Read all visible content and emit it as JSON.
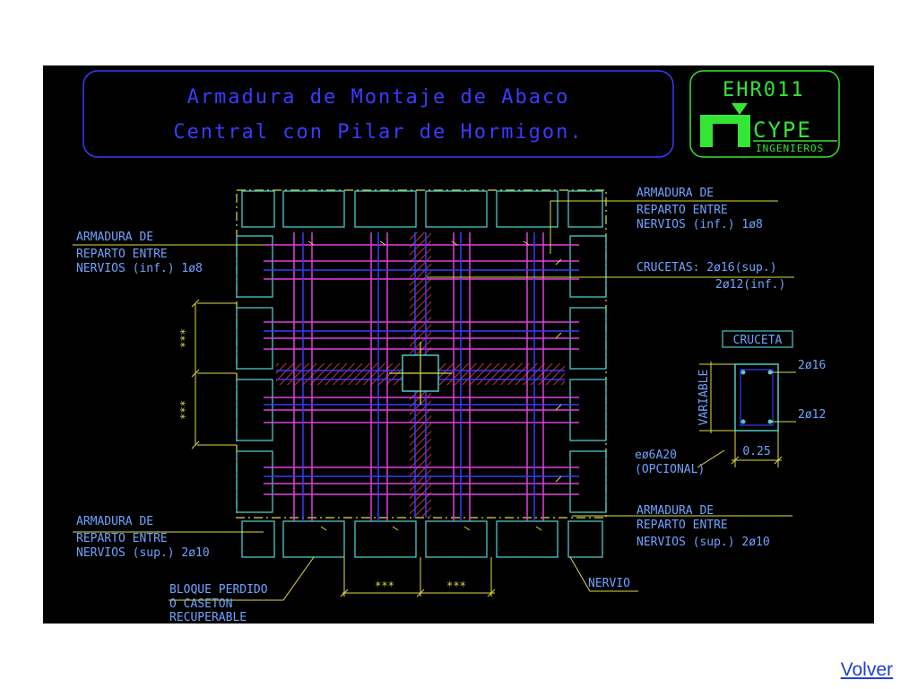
{
  "title": {
    "line1": "Armadura de Montaje de Abaco",
    "line2": "Central con Pilar de Hormigon."
  },
  "logo": {
    "code": "EHR011",
    "brand": "CYPE",
    "subtitle": "INGENIEROS"
  },
  "labels": {
    "top_left": [
      "ARMADURA DE",
      "REPARTO ENTRE",
      "NERVIOS (inf.) 1ø8"
    ],
    "top_right": [
      "ARMADURA DE",
      "REPARTO ENTRE",
      "NERVIOS (inf.) 1ø8"
    ],
    "crucetas": [
      "CRUCETAS: 2ø16(sup.)",
      "2ø12(inf.)"
    ],
    "bottom_left": [
      "ARMADURA DE",
      "REPARTO ENTRE",
      "NERVIOS (sup.) 2ø10"
    ],
    "bottom_right": [
      "ARMADURA DE",
      "REPARTO ENTRE",
      "NERVIOS (sup.) 2ø10"
    ],
    "bloque": [
      "BLOQUE PERDIDO",
      "O CASETON",
      "RECUPERABLE"
    ],
    "nervio": "NERVIO"
  },
  "dimensions": {
    "spacing_mark": "***",
    "section_width": "0.25",
    "section_height": "VARIABLE"
  },
  "section": {
    "title": "CRUCETA",
    "top_bars": "2ø16",
    "bottom_bars": "2ø12",
    "stirrup": [
      "eø6A20",
      "(OPCIONAL)"
    ]
  },
  "nav": {
    "back_link": "Volver"
  },
  "colors": {
    "background": "#000000",
    "title_box": "#3b3bff",
    "logo": "#35e535",
    "text": "#6fa3ff",
    "magenta_bars": "#e040e0",
    "blue_bars": "#3a3aff",
    "hatch": "#c0392b",
    "dashed_border": "#dede40",
    "leader_lines": "#dede40",
    "caseton": "#4fc8c8",
    "link": "#1f3fd8"
  }
}
